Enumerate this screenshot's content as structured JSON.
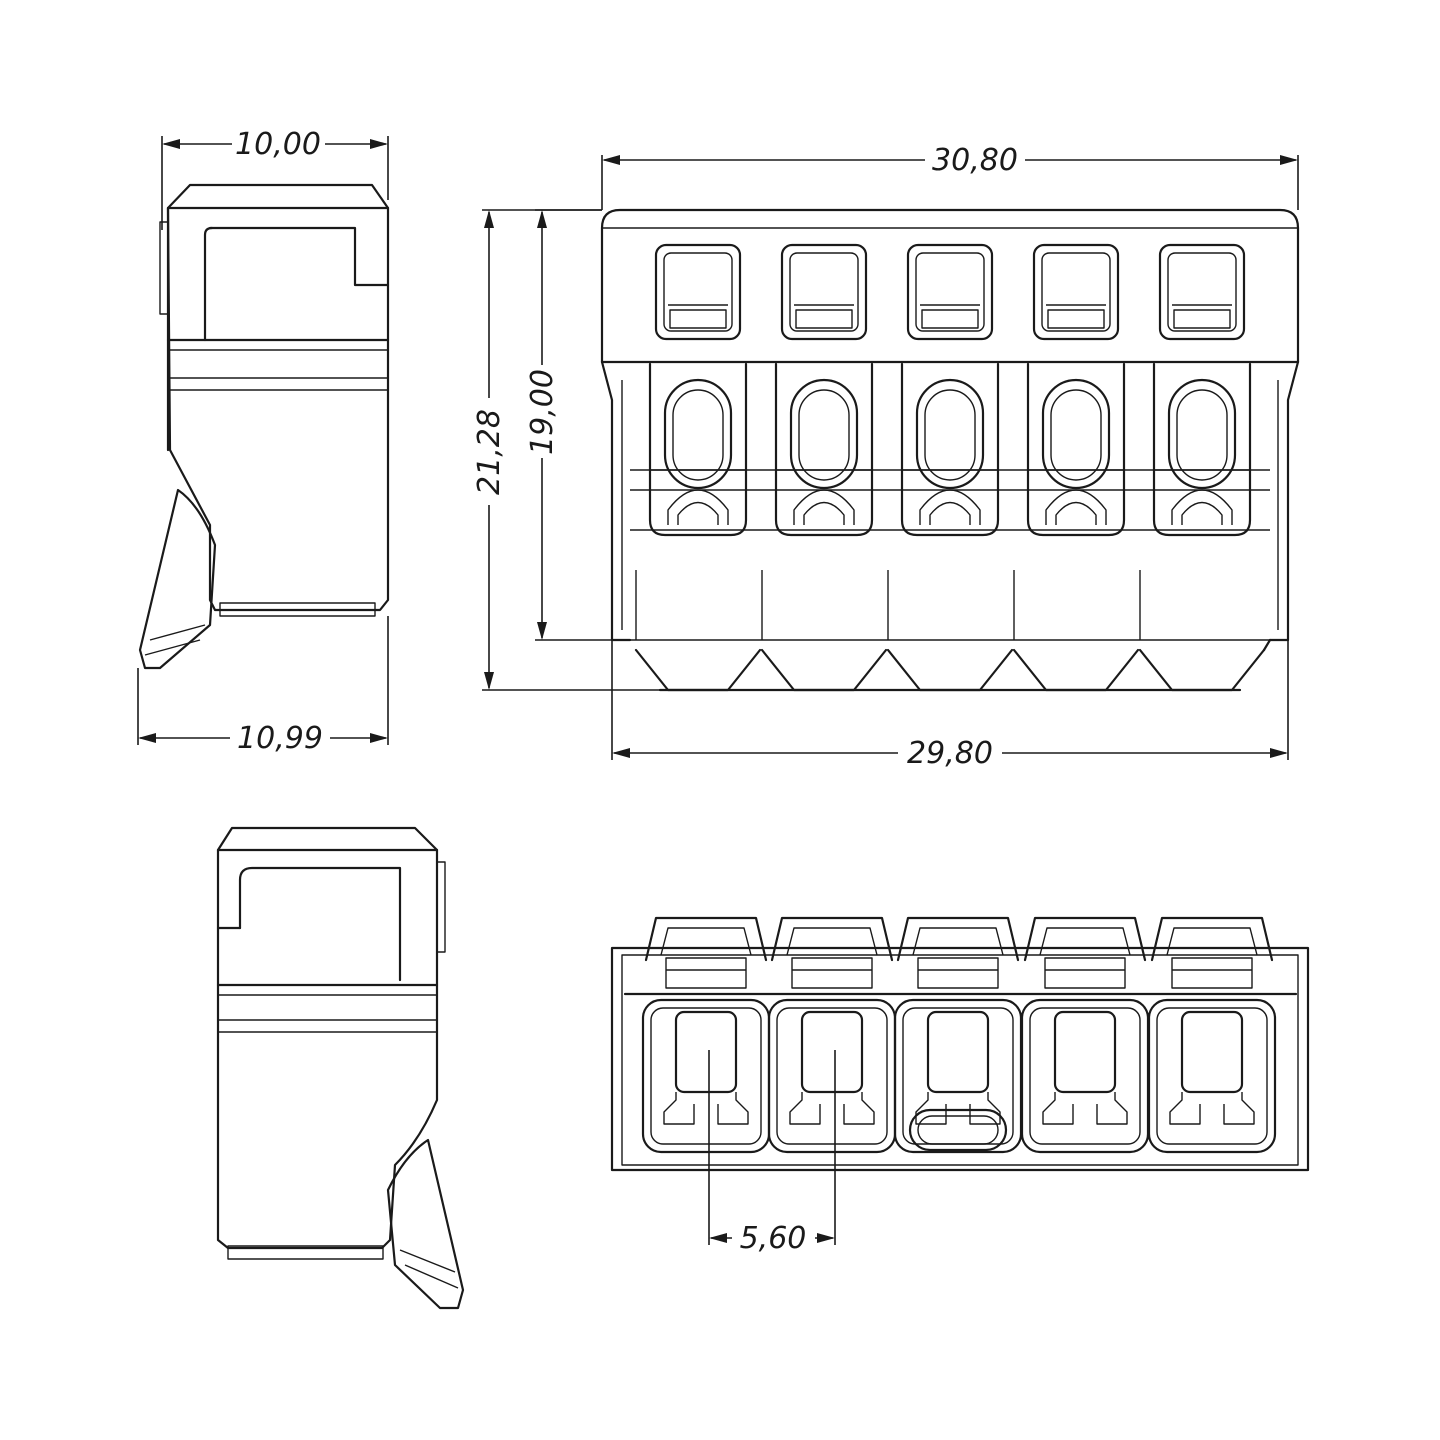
{
  "dimensions": {
    "side_top_width": "10,00",
    "side_bottom_width": "10,99",
    "front_top_width": "30,80",
    "front_bottom_width": "29,80",
    "overall_height": "21,28",
    "inner_height": "19,00",
    "pitch": "5,60"
  },
  "colors": {
    "line": "#1a1a1a",
    "background": "#ffffff"
  }
}
